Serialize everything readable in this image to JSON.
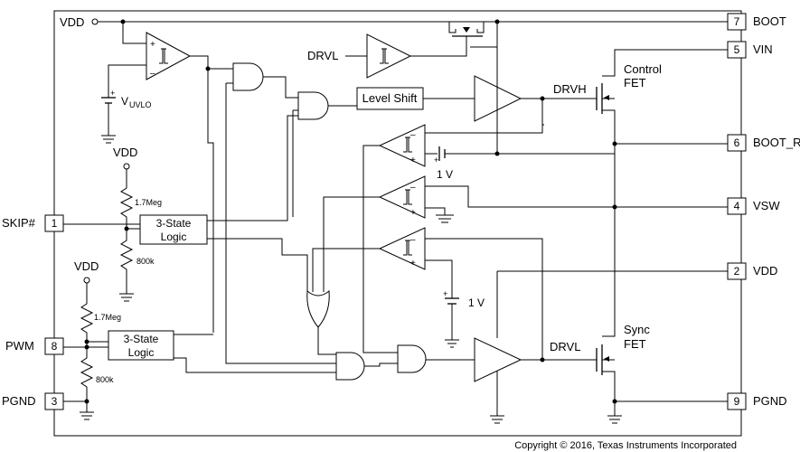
{
  "pins": {
    "p7": {
      "num": "7",
      "name": "BOOT"
    },
    "p5": {
      "num": "5",
      "name": "VIN"
    },
    "p6": {
      "num": "6",
      "name": "BOOT_R"
    },
    "p4": {
      "num": "4",
      "name": "VSW"
    },
    "p2": {
      "num": "2",
      "name": "VDD"
    },
    "p9": {
      "num": "9",
      "name": "PGND"
    },
    "p1": {
      "num": "1",
      "name": "SKIP#"
    },
    "p8": {
      "num": "8",
      "name": "PWM"
    },
    "p3": {
      "num": "3",
      "name": "PGND"
    }
  },
  "labels": {
    "vdd_top": "VDD",
    "vdd_mid": "VDD",
    "vdd_low": "VDD",
    "vuvlo_v": "V",
    "vuvlo_sub": "UVLO",
    "drvl_in": "DRVL",
    "drvh": "DRVH",
    "drvl_out": "DRVL",
    "control": "Control",
    "sync": "Sync",
    "fet": "FET",
    "r_upper_1": "1.7Meg",
    "r_lower_1": "800k",
    "r_upper_2": "1.7Meg",
    "r_lower_2": "800k",
    "ref_1v_a": "1 V",
    "ref_1v_b": "1 V",
    "plus": "+",
    "minus": "–"
  },
  "blocks": {
    "level_shift": "Level Shift",
    "tristate_1_l1": "3-State",
    "tristate_1_l2": "Logic",
    "tristate_2_l1": "3-State",
    "tristate_2_l2": "Logic"
  },
  "copyright": "Copyright © 2016, Texas Instruments Incorporated"
}
